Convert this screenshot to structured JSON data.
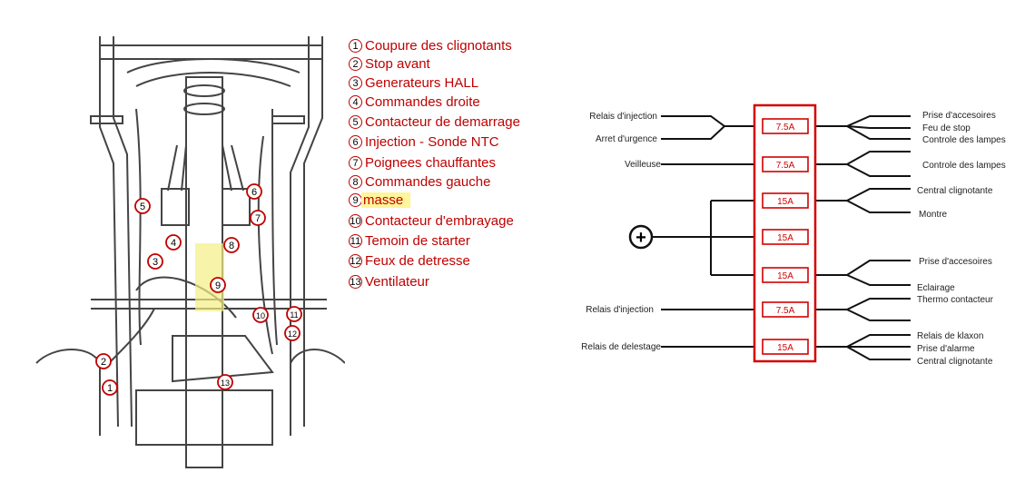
{
  "legend": [
    {
      "num": "1",
      "label": "Coupure des clignotants"
    },
    {
      "num": "2",
      "label": "Stop avant"
    },
    {
      "num": "3",
      "label": "Generateurs HALL"
    },
    {
      "num": "4",
      "label": "Commandes droite"
    },
    {
      "num": "5",
      "label": "Contacteur de demarrage"
    },
    {
      "num": "6",
      "label": "Injection - Sonde NTC"
    },
    {
      "num": "7",
      "label": "Poignees chauffantes"
    },
    {
      "num": "8",
      "label": "Commandes gauche"
    },
    {
      "num": "9",
      "label": "masse",
      "highlighted": true
    },
    {
      "num": "10",
      "label": "Contacteur d'embrayage"
    },
    {
      "num": "11",
      "label": "Temoin de starter"
    },
    {
      "num": "12",
      "label": "Feux de detresse"
    },
    {
      "num": "13",
      "label": "Ventilateur"
    }
  ],
  "drawing_markers": [
    "1",
    "2",
    "3",
    "4",
    "5",
    "6",
    "7",
    "8",
    "9",
    "10",
    "11",
    "12",
    "13"
  ],
  "fusebox": {
    "plus_symbol": "+",
    "fuses": [
      "7.5A",
      "7.5A",
      "15A",
      "15A",
      "15A",
      "7.5A",
      "15A"
    ],
    "left_labels": [
      "Relais d'injection",
      "Arret d'urgence",
      "Veilleuse",
      "Relais d'injection",
      "Relais de delestage"
    ],
    "right_labels": [
      "Prise d'accesoires",
      "Feu de stop",
      "Controle des lampes",
      "Controle des lampes",
      "Central clignotante",
      "Montre",
      "Prise d'accesoires",
      "Eclairage",
      "Thermo contacteur",
      "Relais de klaxon",
      "Prise d'alarme",
      "Central clignotante"
    ]
  },
  "colors": {
    "accent": "#d40000",
    "highlight": "#fff59a"
  }
}
